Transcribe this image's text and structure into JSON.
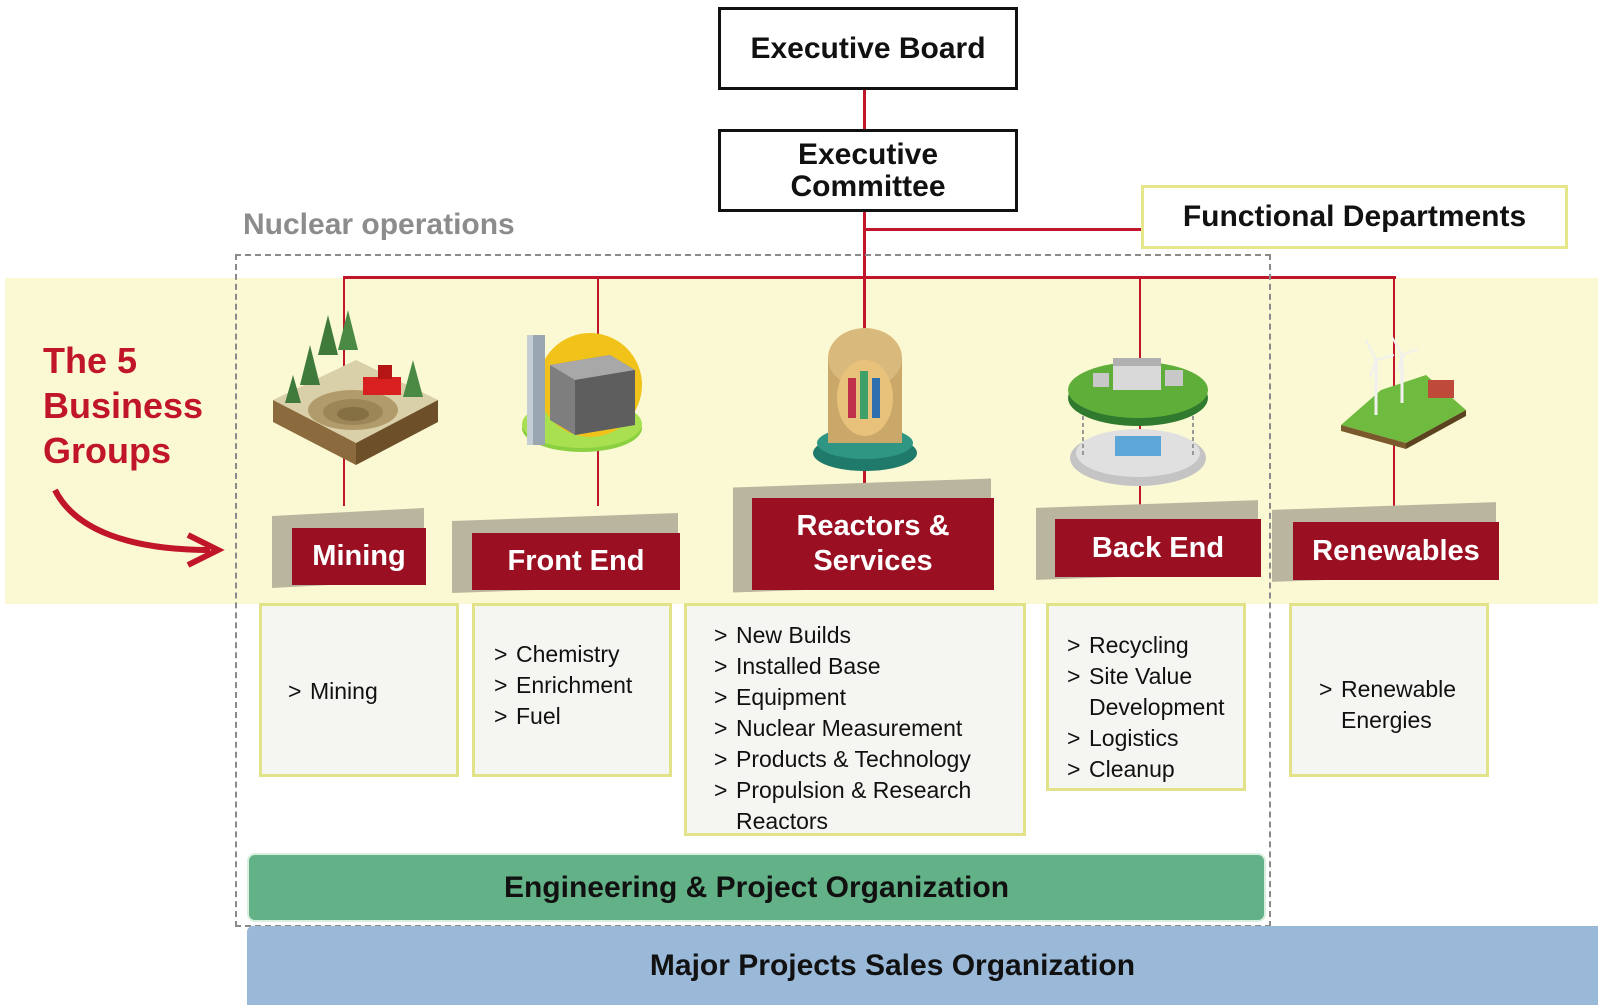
{
  "executive_board": "Executive Board",
  "executive_committee": "Executive Committee",
  "functional_departments": "Functional Departments",
  "nuclear_operations": "Nuclear operations",
  "groups_label": "The 5 Business Groups",
  "groups": [
    {
      "name": "Mining",
      "items": [
        "Mining"
      ]
    },
    {
      "name": "Front End",
      "items": [
        "Chemistry",
        "Enrichment",
        "Fuel"
      ]
    },
    {
      "name": "Reactors & Services",
      "items": [
        "New Builds",
        "Installed Base",
        "Equipment",
        "Nuclear Measurement",
        "Products & Technology",
        "Propulsion & Research Reactors"
      ]
    },
    {
      "name": "Back End",
      "items": [
        "Recycling",
        "Site Value Development",
        "Logistics",
        "Cleanup"
      ]
    },
    {
      "name": "Renewables",
      "items": [
        "Renewable Energies"
      ]
    }
  ],
  "engineering_bar": "Engineering & Project Organization",
  "sales_bar": "Major Projects Sales Organization",
  "colors": {
    "accent_red": "#9a0f22",
    "line_red": "#c0152a",
    "engineering_green": "#63b186",
    "sales_blue": "#9ab8d8",
    "band_yellow": "#fbf9d3"
  },
  "icons": [
    "mining-site-icon",
    "enrichment-plant-icon",
    "reactor-vessel-icon",
    "recycling-facility-icon",
    "wind-turbine-hill-icon"
  ]
}
